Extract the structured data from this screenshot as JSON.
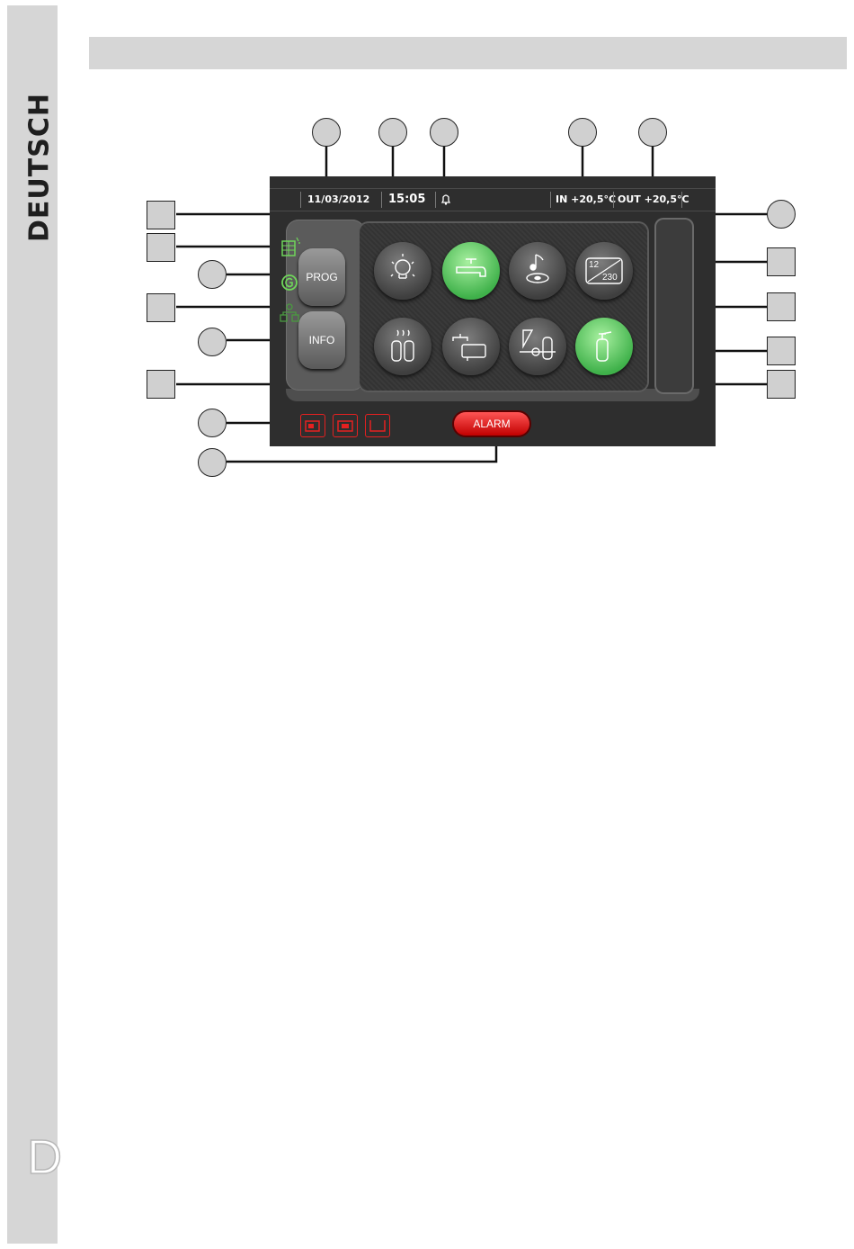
{
  "sidebar": {
    "language": "DEUTSCH",
    "letter": "D"
  },
  "status": {
    "date": "11/03/2012",
    "time": "15:05",
    "temp_in": "IN +20,5°C",
    "temp_out": "OUT +20,5°C"
  },
  "buttons": {
    "prog": "PROG",
    "info": "INFO",
    "alarm": "ALARM"
  },
  "icons": {
    "light": "light-bulb-icon",
    "water": "water-tap-icon",
    "audio": "music-note-icon",
    "voltage": "voltage-converter-icon",
    "gas": "gas-bottles-icon",
    "tank": "water-tank-icon",
    "gas_valve": "gas-valve-icon",
    "extinguisher": "fire-extinguisher-icon",
    "battery": "battery-icon",
    "generator": "generator-icon",
    "network": "network-icon"
  },
  "panel_values": {
    "voltage_label": "12 / 230"
  },
  "colors": {
    "active": "#4fc15a",
    "alarm": "#e01010",
    "screen": "#2e2e2e"
  }
}
